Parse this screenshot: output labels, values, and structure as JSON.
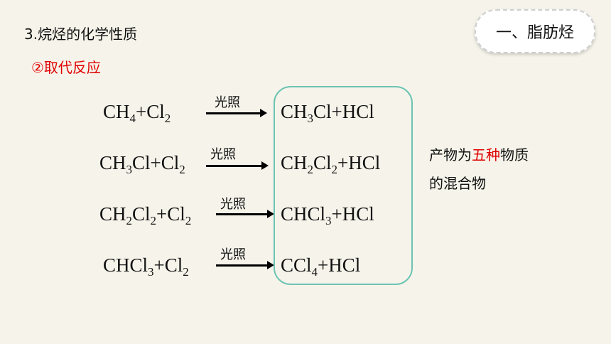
{
  "heading": "3.烷烃的化学性质",
  "subheading": "②取代反应",
  "badge": "一、脂肪烃",
  "arrow_label": "光照",
  "reactions": [
    {
      "reactant": [
        "CH",
        "4",
        "+Cl",
        "2",
        ""
      ],
      "product": [
        "CH",
        "3",
        "Cl+HCl",
        "",
        ""
      ]
    },
    {
      "reactant": [
        "CH",
        "3",
        "Cl+Cl",
        "2",
        ""
      ],
      "product": [
        "CH",
        "2",
        "Cl",
        "2",
        "+HCl"
      ]
    },
    {
      "reactant": [
        "CH",
        "2",
        "Cl",
        "2",
        "+Cl",
        "2"
      ],
      "product": [
        "CHCl",
        "3",
        "+HCl"
      ]
    },
    {
      "reactant": [
        "CHCl",
        "3",
        "+Cl",
        "2"
      ],
      "product": [
        "CCl",
        "4",
        "+HCl"
      ]
    }
  ],
  "note": {
    "line1_before": "产物为",
    "line1_highlight": "五种",
    "line1_after": "物质",
    "line2": "的混合物"
  },
  "colors": {
    "highlight": "#e00000",
    "box_border": "#6cc3b3"
  }
}
